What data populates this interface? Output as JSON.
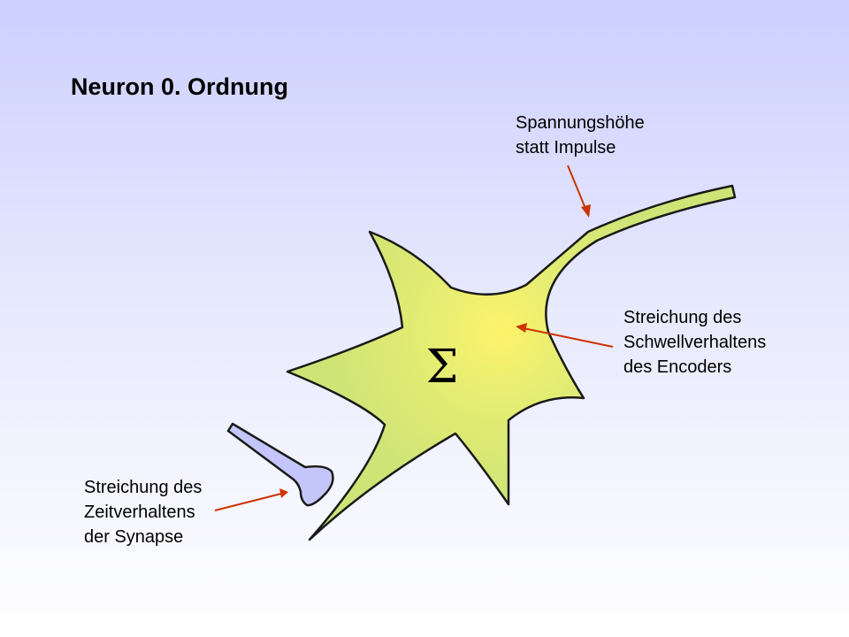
{
  "title": "Neuron 0. Ordnung",
  "symbol": "Σ",
  "annotations": {
    "axon": [
      "Spannungshöhe",
      "statt Impulse"
    ],
    "soma": [
      "Streichung des",
      "Schwellverhaltens",
      "des Encoders"
    ],
    "synapse": [
      "Streichung des",
      "Zeitverhaltens",
      "der Synapse"
    ]
  },
  "colors": {
    "neuron_fill": "#cfe476",
    "neuron_glow": "#fff36a",
    "synapse_fill": "#c4c6fb",
    "arrow": "#cc3300",
    "outline": "#1a1a1a"
  }
}
